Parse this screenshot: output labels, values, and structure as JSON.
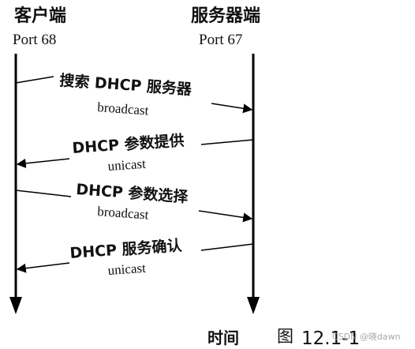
{
  "client": {
    "title": "客户端",
    "port": "Port 68"
  },
  "server": {
    "title": "服务器端",
    "port": "Port 67"
  },
  "messages": [
    {
      "label": "搜索 DHCP 服务器",
      "mode": "broadcast",
      "direction": "client-to-server"
    },
    {
      "label": "DHCP 参数提供",
      "mode": "unicast",
      "direction": "server-to-client"
    },
    {
      "label": "DHCP 参数选择",
      "mode": "broadcast",
      "direction": "client-to-server"
    },
    {
      "label": "DHCP 服务确认",
      "mode": "unicast",
      "direction": "server-to-client"
    }
  ],
  "time_label": "时间",
  "figure_caption": "图",
  "figure_number": "12.1-1",
  "watermark": "CSDN @晓dawn"
}
